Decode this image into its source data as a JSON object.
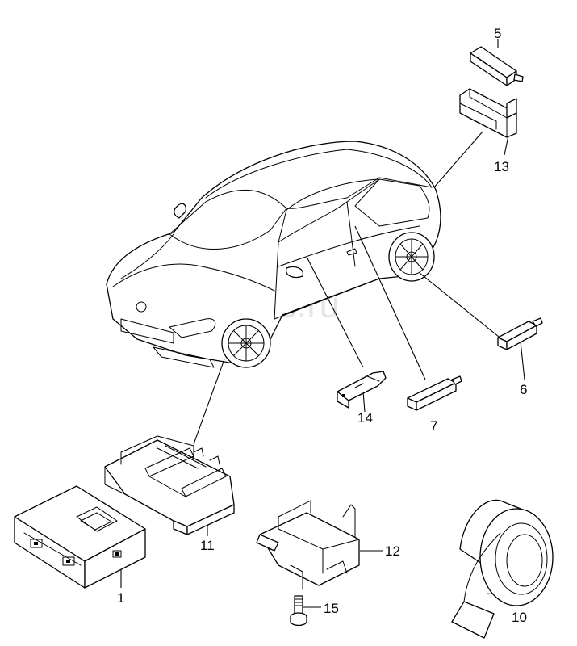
{
  "watermark": "vagtec.ru",
  "callouts": {
    "c1": "1",
    "c5": "5",
    "c6": "6",
    "c7": "7",
    "c10": "10",
    "c11": "11",
    "c12": "12",
    "c13": "13",
    "c14": "14",
    "c15": "15"
  }
}
